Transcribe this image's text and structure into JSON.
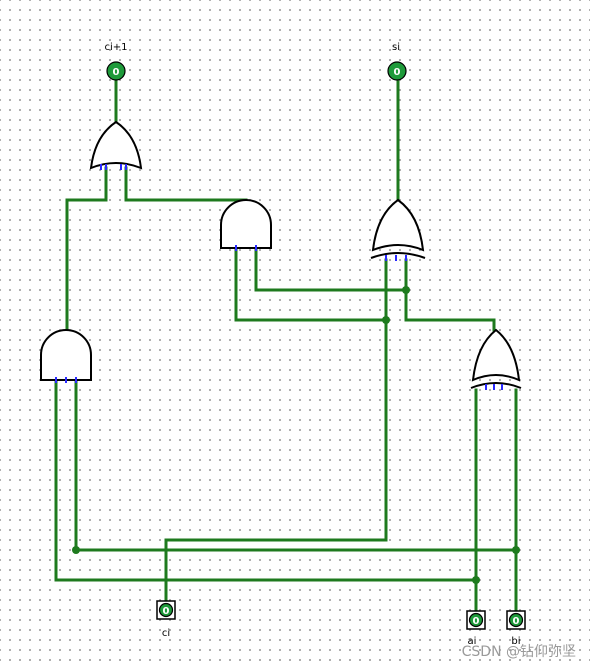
{
  "pins": {
    "ci_plus_1": {
      "label": "ci+1",
      "value": "0"
    },
    "si": {
      "label": "si",
      "value": "0"
    },
    "ci": {
      "label": "ci",
      "value": "0"
    },
    "ai": {
      "label": "ai",
      "value": "0"
    },
    "bi": {
      "label": "bi",
      "value": "0"
    }
  },
  "watermark": "CSDN @钻仰弥坚",
  "colors": {
    "wire": "#1e7a1e",
    "pin_tick": "#2a2aff",
    "pin_fill": "#1e9a3a"
  },
  "gates": [
    "or-gate",
    "and-gate",
    "and-gate",
    "xor-gate",
    "xor-gate"
  ]
}
